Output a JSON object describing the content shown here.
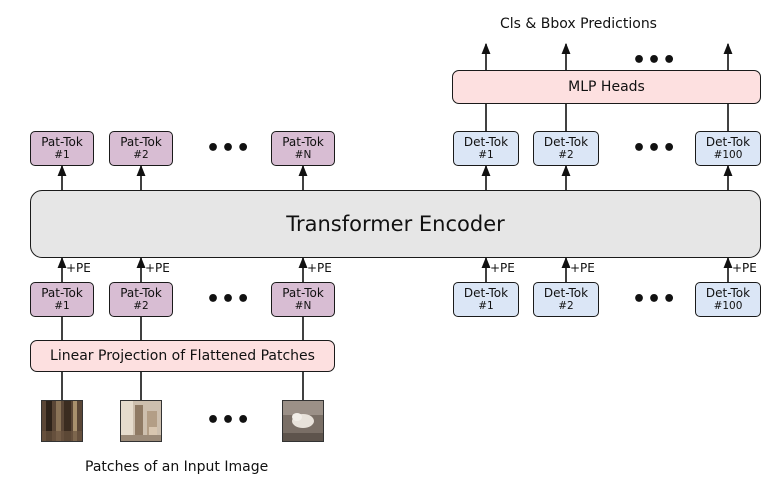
{
  "caption_top": "Cls & Bbox Predictions",
  "caption_bottom": "Patches of an Input Image",
  "mlp_heads": "MLP Heads",
  "encoder": "Transformer Encoder",
  "projection": "Linear Projection of Flattened Patches",
  "pe_label": "+PE",
  "ellipsis": "•••",
  "patch_tokens": [
    {
      "name": "Pat-Tok",
      "index": "#1"
    },
    {
      "name": "Pat-Tok",
      "index": "#2"
    },
    {
      "name": "Pat-Tok",
      "index": "#N"
    }
  ],
  "det_tokens": [
    {
      "name": "Det-Tok",
      "index": "#1"
    },
    {
      "name": "Det-Tok",
      "index": "#2"
    },
    {
      "name": "Det-Tok",
      "index": "#100"
    }
  ],
  "colors": {
    "patch_token": "#d8bdd3",
    "det_token": "#dbe6f6",
    "encoder": "#e6e6e6",
    "heads_and_projection": "#fde0e0"
  }
}
